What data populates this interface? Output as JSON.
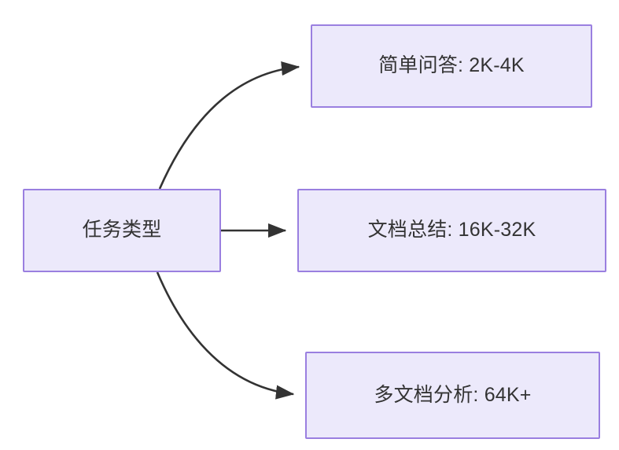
{
  "diagram": {
    "type": "flowchart",
    "direction": "left-to-right",
    "background_color": "#ffffff",
    "node_fill_color": "#ece9fb",
    "node_border_color": "#9a7fe0",
    "node_text_color": "#333333",
    "edge_color": "#333333",
    "nodes": [
      {
        "id": "source",
        "label": "任务类型"
      },
      {
        "id": "simple_qa",
        "label": "简单问答: 2K-4K"
      },
      {
        "id": "doc_summary",
        "label": "文档总结: 16K-32K"
      },
      {
        "id": "multi_doc",
        "label": "多文档分析: 64K+"
      }
    ],
    "edges": [
      {
        "from": "source",
        "to": "simple_qa",
        "label": "",
        "style": "curved-arrow"
      },
      {
        "from": "source",
        "to": "doc_summary",
        "label": "",
        "style": "straight-arrow"
      },
      {
        "from": "source",
        "to": "multi_doc",
        "label": "",
        "style": "curved-arrow"
      }
    ]
  }
}
